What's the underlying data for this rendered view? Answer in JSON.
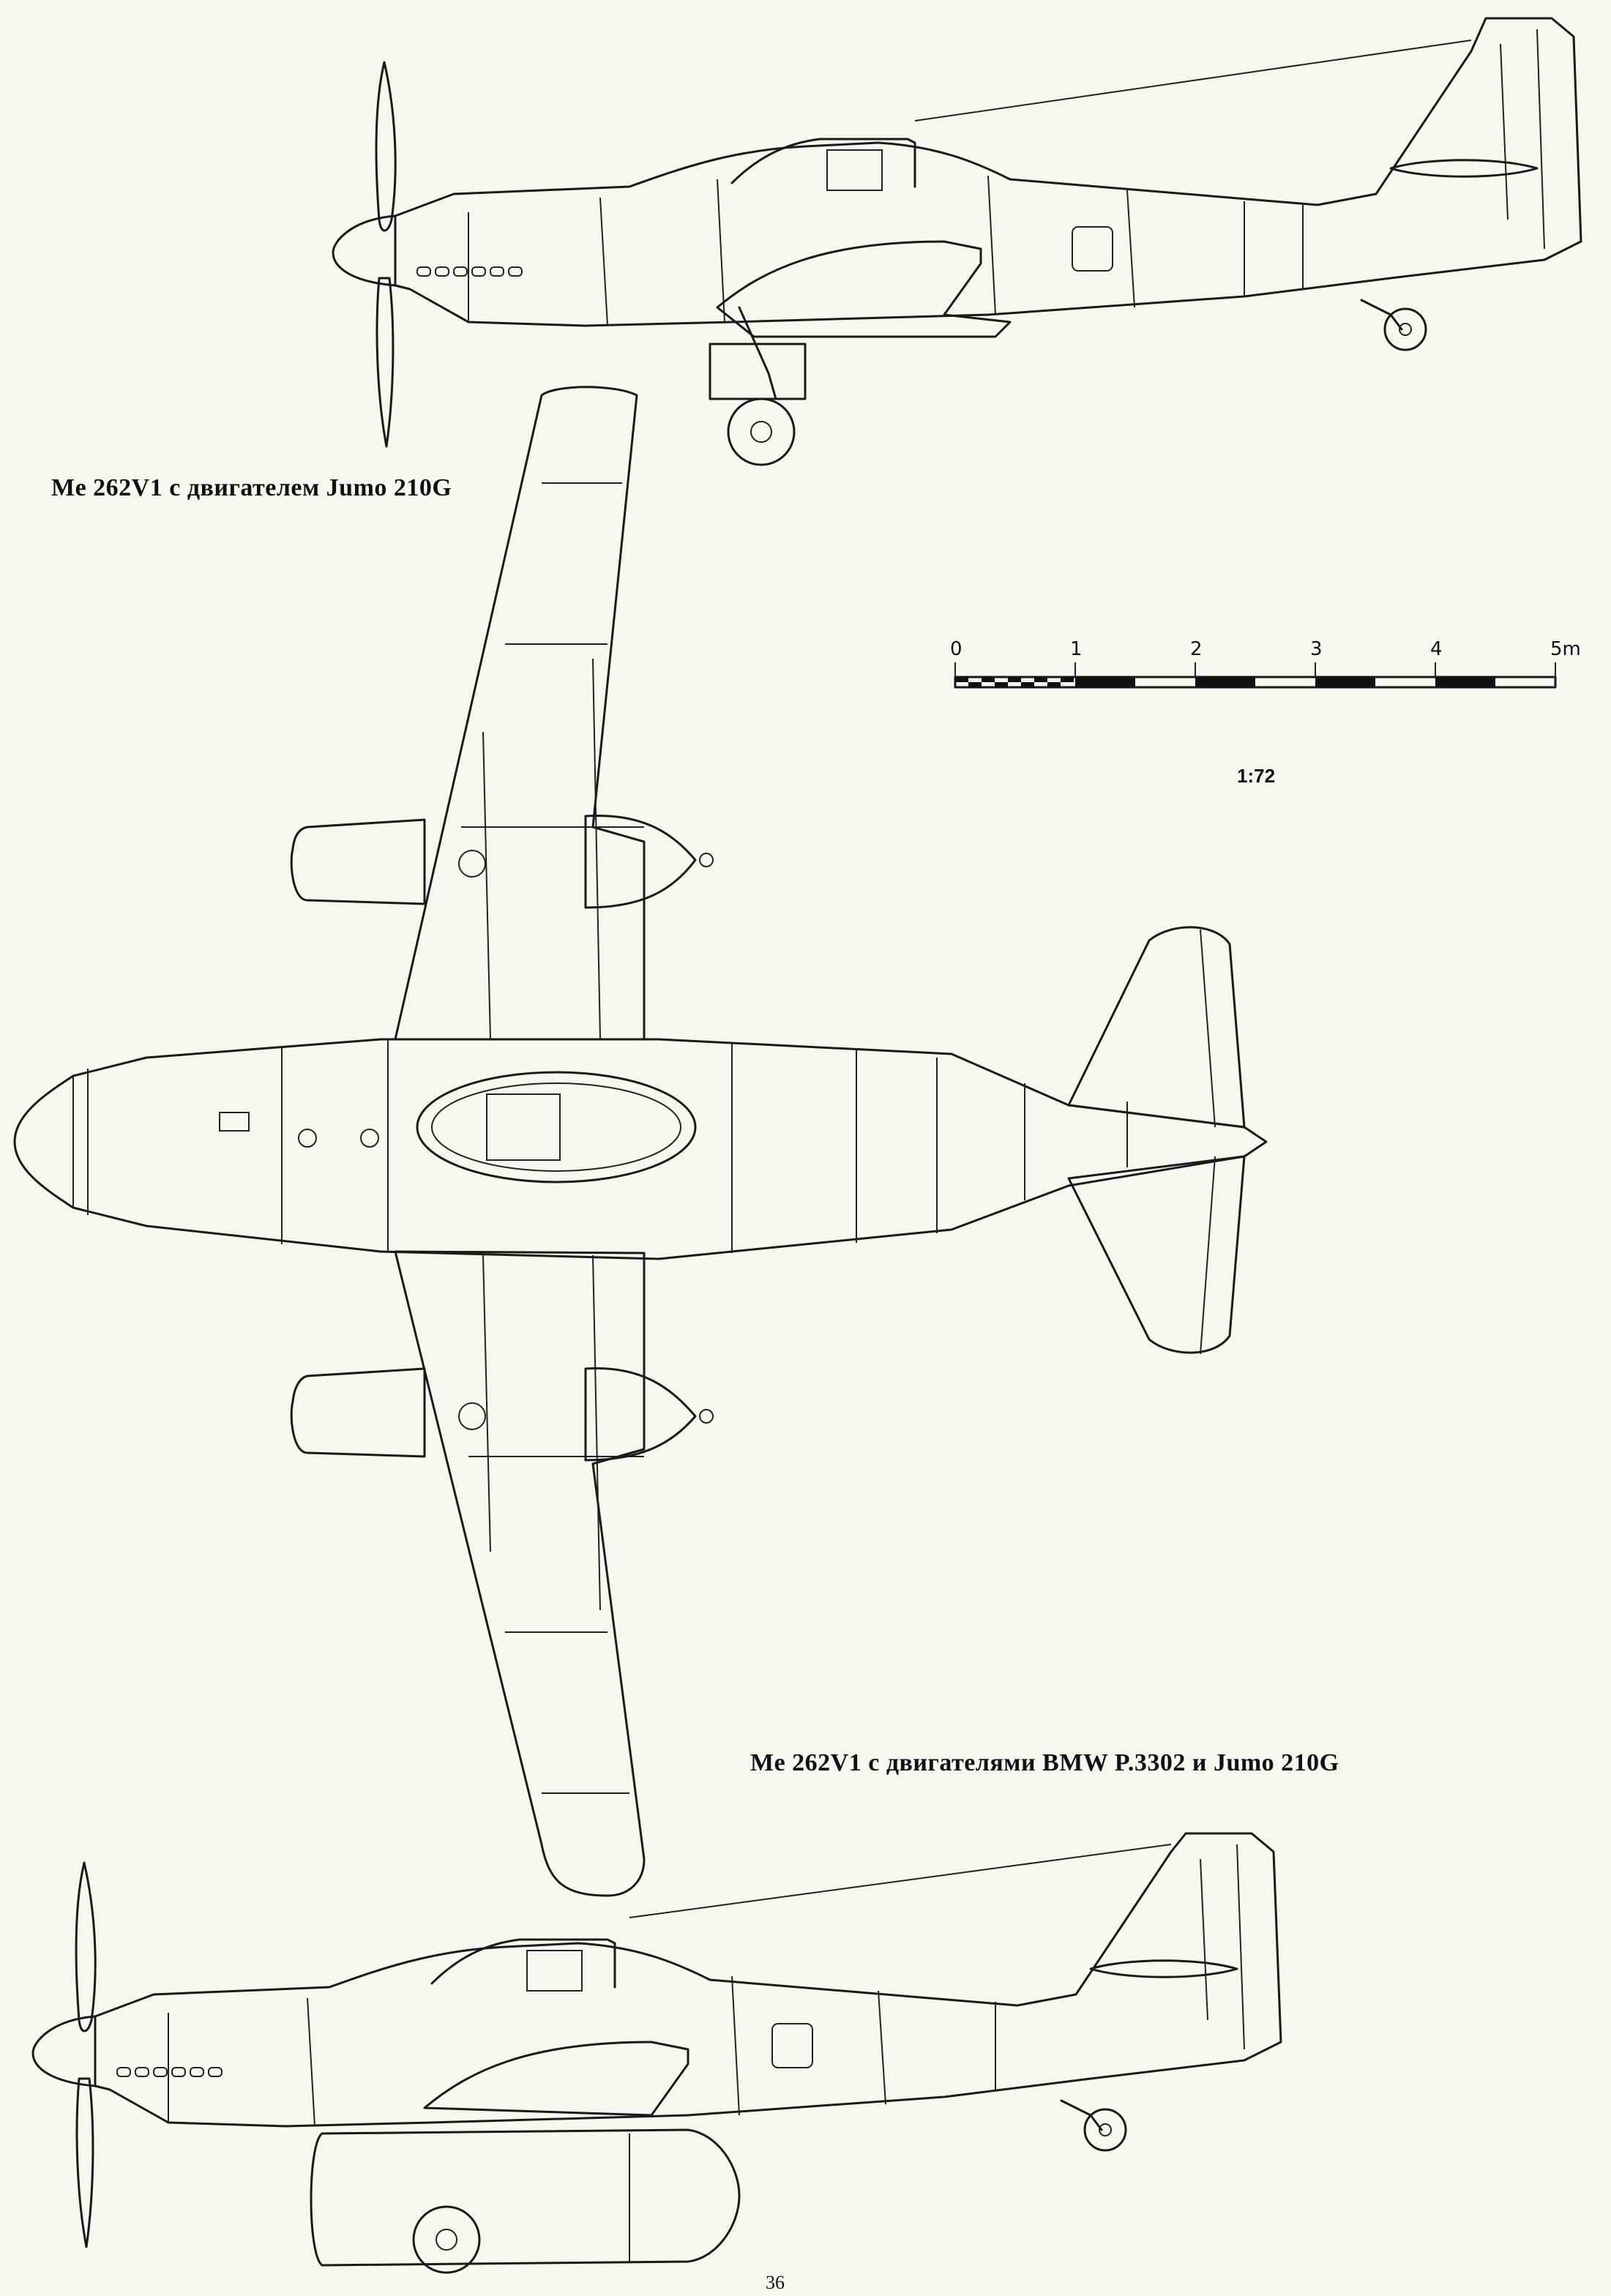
{
  "captions": {
    "top_view_caption": "Me 262V1 с двигателем Jumo 210G",
    "bottom_view_caption": "Me 262V1 с двигателями BMW P.3302 и  Jumo 210G"
  },
  "scale_bar": {
    "ticks": [
      "0",
      "1",
      "2",
      "3",
      "4",
      "5m"
    ],
    "ratio": "1:72"
  },
  "page_number": "36"
}
